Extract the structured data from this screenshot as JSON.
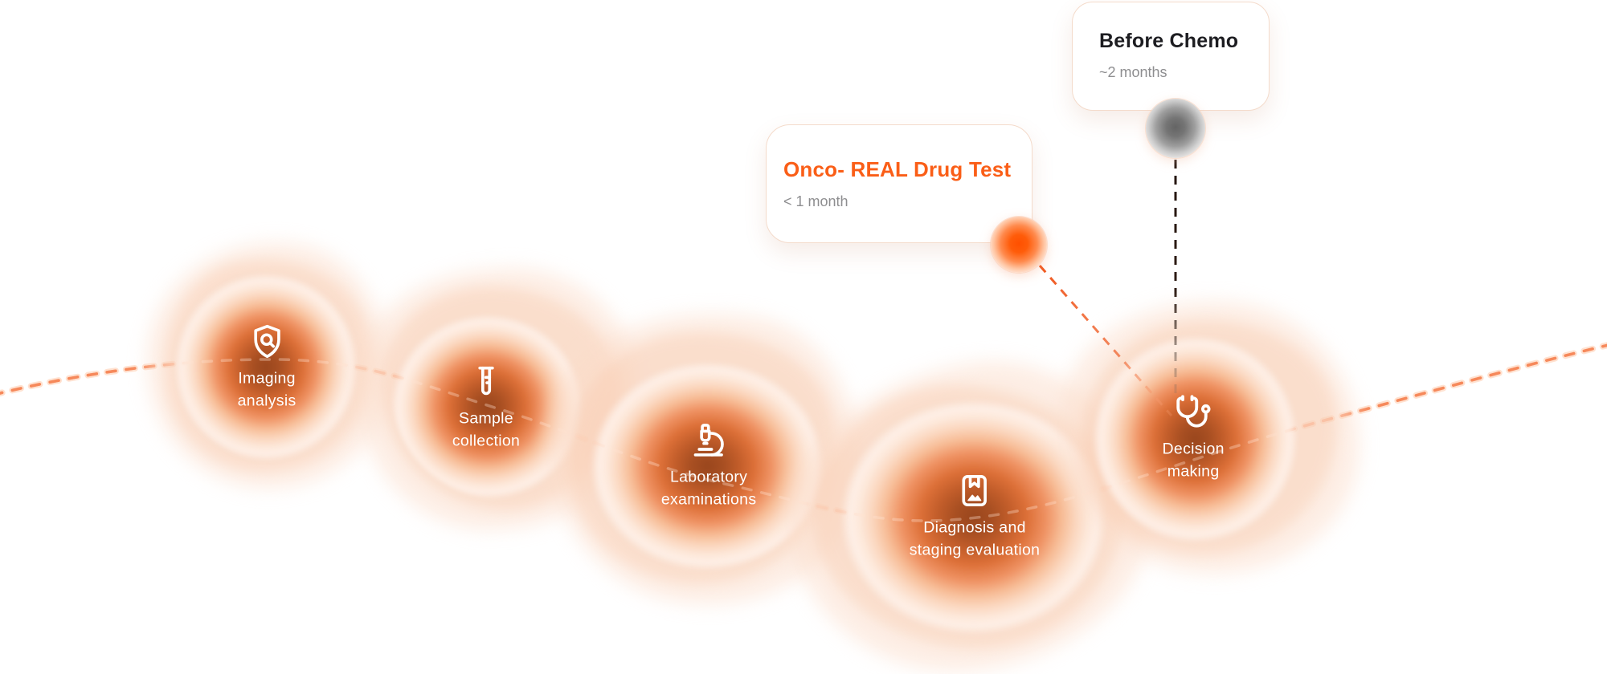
{
  "diagram": {
    "background": "#ffffff",
    "accent_color": "#fa5e17",
    "path_dash_color": "#f25a1d",
    "connector_dark_color": "#2b1a12",
    "callouts": [
      {
        "title": "Onco- REAL Drug Test",
        "duration": "< 1 month",
        "title_color": "#fa5e17",
        "marker": "orange-dot"
      },
      {
        "title": "Before Chemo",
        "duration": "~2 months",
        "title_color": "#1d1d21",
        "marker": "gray-dot"
      }
    ],
    "stages": [
      {
        "icon": "shield-search-icon",
        "line1": "Imaging",
        "line2": "analysis"
      },
      {
        "icon": "test-tube-icon",
        "line1": "Sample",
        "line2": "collection"
      },
      {
        "icon": "microscope-icon",
        "line1": "Laboratory",
        "line2": "examinations"
      },
      {
        "icon": "book-report-icon",
        "line1": "Diagnosis and",
        "line2": "staging evaluation"
      },
      {
        "icon": "stethoscope-icon",
        "line1": "Decision",
        "line2": "making"
      }
    ]
  }
}
